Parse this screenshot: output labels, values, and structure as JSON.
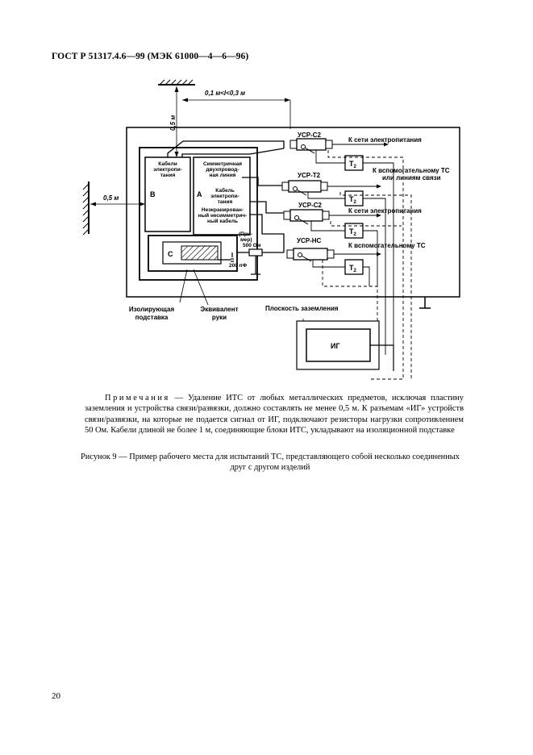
{
  "header": {
    "standard": "ГОСТ Р 51317.4.6—99 (МЭК 61000—4—6—96)"
  },
  "figure": {
    "dim_top": "0,1 м<l<0,3 м",
    "dim_vertical": "0,5 м",
    "dim_left": "0,5 м",
    "box_b_label": "Кабели электропитания",
    "box_b_letter": "B",
    "box_a_line1": "Симметричная двухпроводная линия",
    "box_a_letter": "A",
    "box_a_line2": "Кабель электропитания",
    "box_a_line3": "Неэкранированный несимметричный кабель",
    "box_c_letter": "C",
    "primer_label": "(Пример)",
    "r_label": "500 Ом",
    "cap_label": "200 пФ",
    "cdn1": "УСР-С2",
    "cdn2": "УСР-Т2",
    "cdn3": "УСР-С2",
    "cdn4": "УСР-НС",
    "out1": "К сети электропитания",
    "out2": "К вспомогательному ТС или линиям связи",
    "out3": "К сети электропитания",
    "out4": "К вспомогательному ТС",
    "t2": "Т2",
    "gen_label": "ИГ",
    "label_insulating": "Изолирующая подставка",
    "label_hand": "Эквивалент руки",
    "label_ground": "Плоскость заземления"
  },
  "note": {
    "prefix": "Примечания",
    "text": " — Удаление ИТС от любых металлических предметов, исключая пластину заземления и устройства связи/развязки, должно составлять не менее 0,5 м. К разъемам «ИГ» устройств связи/развязки, на которые не подается сигнал от ИГ, подключают резисторы нагрузки сопротивлением 50 Ом. Кабели длиной не более 1 м, соединяющие блоки ИТС, укладывают на изоляционной подставке"
  },
  "caption": "Рисунок 9 — Пример рабочего места для испытаний ТС, представляющего собой несколько соединенных друг с другом изделий",
  "page_number": "20"
}
